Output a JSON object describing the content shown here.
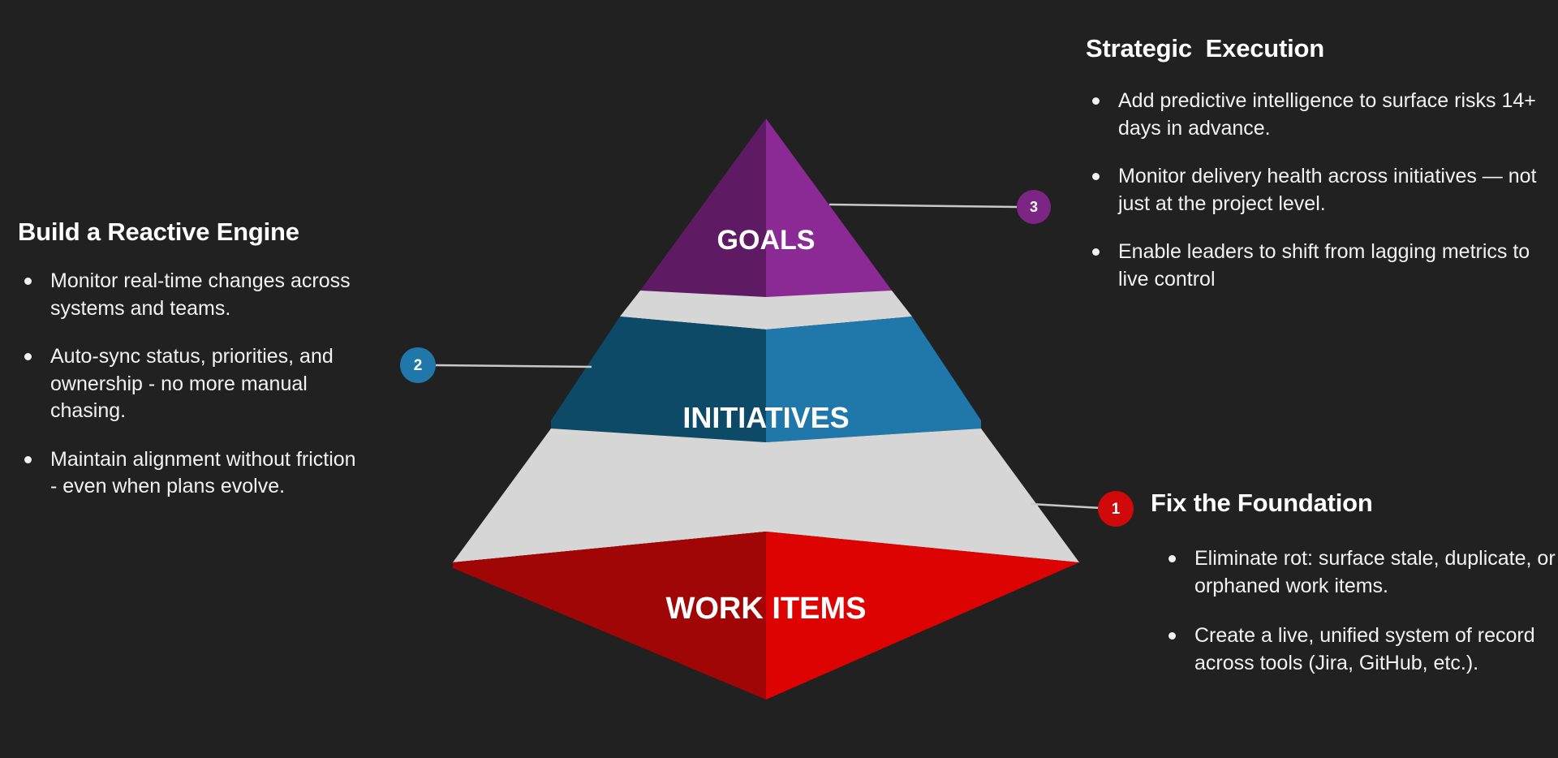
{
  "background_color": "#212121",
  "diagram": {
    "type": "3d-pyramid",
    "tiers": [
      {
        "label": "GOALS",
        "level": 3,
        "color_left": "#5e1a63",
        "color_right": "#8b2a94",
        "badge": "3"
      },
      {
        "label": "INITIATIVES",
        "level": 2,
        "color_left": "#0d4a67",
        "color_right": "#1f77aa",
        "badge": "2"
      },
      {
        "label": "WORK ITEMS",
        "level": 1,
        "color_left": "#a00606",
        "color_right": "#dd0303",
        "badge": "1"
      }
    ],
    "separator_color": "#d6d6d6",
    "connector_color": "#c9c9c9"
  },
  "badges": {
    "one": "1",
    "two": "2",
    "three": "3",
    "one_color": "#d00a0a",
    "two_color": "#1f77aa",
    "three_color": "#7d2585"
  },
  "blocks": {
    "left": {
      "heading": "Build a Reactive Engine",
      "bullets": [
        "Monitor real-time changes across systems and teams.",
        "Auto-sync status, priorities, and ownership - no more manual chasing.",
        "Maintain alignment without friction - even when plans evolve."
      ]
    },
    "top_right": {
      "heading": "Strategic  Execution",
      "bullets": [
        "Add predictive intelligence to surface risks 14+ days in advance.",
        "Monitor delivery health across initiatives — not just at the project level.",
        "Enable leaders to shift from lagging metrics to live control"
      ]
    },
    "bottom_right": {
      "heading": "Fix the Foundation",
      "bullets": [
        "Eliminate rot: surface stale, duplicate, or orphaned work items.",
        "Create a live, unified system of record across tools (Jira, GitHub, etc.)."
      ]
    }
  }
}
